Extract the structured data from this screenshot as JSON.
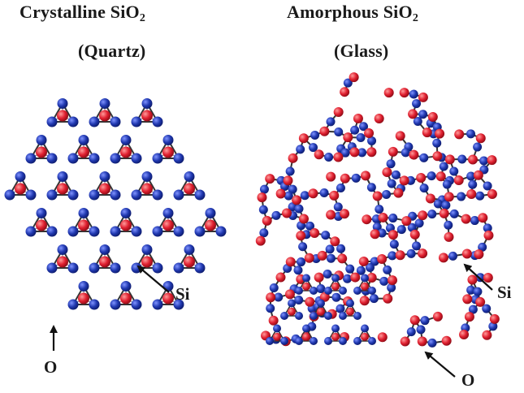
{
  "titles": {
    "left_main": "Crystalline SiO",
    "left_sub2": "2",
    "left_subtitle": "(Quartz)",
    "right_main": "Amorphous SiO",
    "right_sub2": "2",
    "right_subtitle": "(Glass)"
  },
  "labels": {
    "si_left": "Si",
    "o_left": "O",
    "si_right": "Si",
    "o_right": "O"
  },
  "colors": {
    "oxygen_atom": "#2038b0",
    "silicon_atom": "#e02030",
    "bond": "#333333",
    "text": "#1a1a1a"
  }
}
